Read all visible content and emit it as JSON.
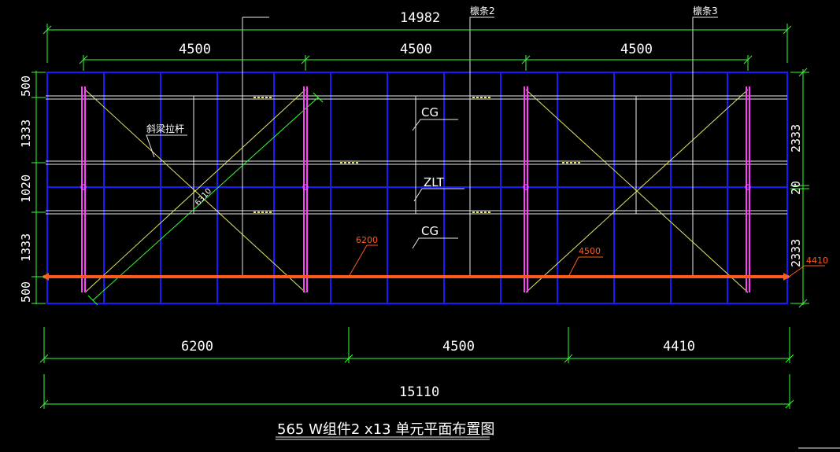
{
  "drawing": {
    "title": "565 W组件2 x13 单元平面布置图",
    "purlin_labels": [
      "檩条2",
      "檩条3"
    ],
    "member_labels": {
      "diagonal_brace": "斜梁拉杆",
      "cg_top": "CG",
      "zlt": "ZLT",
      "cg_bottom": "CG"
    },
    "top_dimensions": {
      "overall": "14982",
      "spans": [
        "4500",
        "4500",
        "4500"
      ]
    },
    "bottom_dimensions": {
      "spans": [
        "6200",
        "4500",
        "4410"
      ],
      "overall": "15110"
    },
    "left_dimensions": [
      "500",
      "1333",
      "1020",
      "1333",
      "500"
    ],
    "right_dimensions": [
      "2333",
      "20",
      "2333"
    ],
    "orange_labels": [
      "6200",
      "4500",
      "4410"
    ],
    "diagonal_length": "6310"
  },
  "colors": {
    "background": "#000000",
    "frame_blue": "#1a1aff",
    "purlin_white": "#ffffff",
    "post_magenta": "#ff40ff",
    "dimension_green": "#33ff33",
    "brace_yellow": "#e6e66a",
    "beam_orange": "#ff5a1e"
  }
}
